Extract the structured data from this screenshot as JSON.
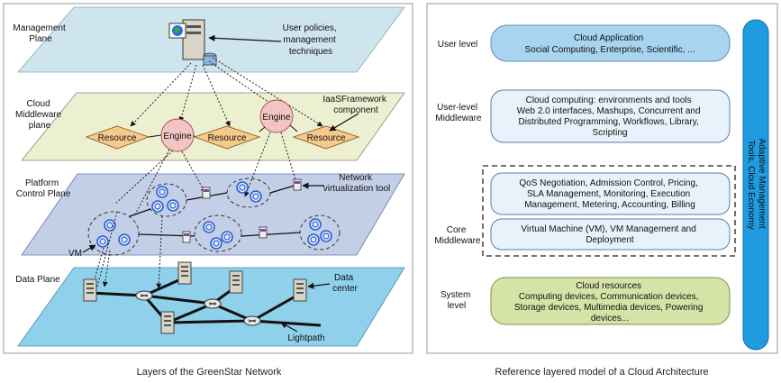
{
  "left_panel": {
    "caption": "Layers of the GreenStar Network",
    "planes": {
      "management": [
        "Management",
        "Plane"
      ],
      "middleware": [
        "Cloud",
        "Middleware",
        "plane"
      ],
      "control": [
        "Platform",
        "Control Plane"
      ],
      "data": "Data Plane"
    },
    "annotations": {
      "user_policies": [
        "User policies,",
        "management",
        "techniques"
      ],
      "iaas": [
        "IaaSFramework",
        "component"
      ],
      "network_virt": [
        "Network",
        "virtualization tool"
      ],
      "vm": "VM",
      "data_center": [
        "Data",
        "center"
      ],
      "lightpath": "Lightpath"
    },
    "resource_label": "Resource",
    "engine_label": "Engine"
  },
  "right_panel": {
    "caption": "Reference layered model of a Cloud Architecture",
    "side_bar": [
      "Adaptive Management",
      "Tools, Cloud Economy"
    ],
    "levels": {
      "user": "User level",
      "user_middleware": [
        "User-level",
        "Middleware"
      ],
      "core_middleware": [
        "Core",
        "Middleware"
      ],
      "system": [
        "System",
        "level"
      ]
    },
    "boxes": {
      "cloud_app": [
        "Cloud Application",
        "Social Computing, Enterprise, Scientific, ..."
      ],
      "cloud_computing": [
        "Cloud computing: environments and tools",
        "Web 2.0 interfaces, Mashups, Concurrent and",
        "Distributed Programming, Workflows, Library,",
        "Scripting"
      ],
      "qos": [
        "QoS Negotiation, Admission Control, Pricing,",
        "SLA Management, Monitoring, Execution",
        "Management, Metering, Accounting, Billing"
      ],
      "vm": [
        "Virtual Machine (VM), VM Management and",
        "Deployment"
      ],
      "resources": [
        "Cloud resources",
        "Computing devices, Communication devices,",
        "Storage devices, Multimedia devices, Powering",
        "devices..."
      ]
    }
  },
  "colors": {
    "management_plane": "#cfe5ee",
    "middleware_plane": "#ecefd0",
    "control_plane": "#c3cfe6",
    "data_plane": "#8fd0ea",
    "resource": "#f6c98c",
    "engine": "#f2c4c4",
    "app_box": "#a9d4f0",
    "middleware_box": "#e8f2fb",
    "resources_box": "#d5e3a7",
    "side_bar": "#1f9be0"
  }
}
